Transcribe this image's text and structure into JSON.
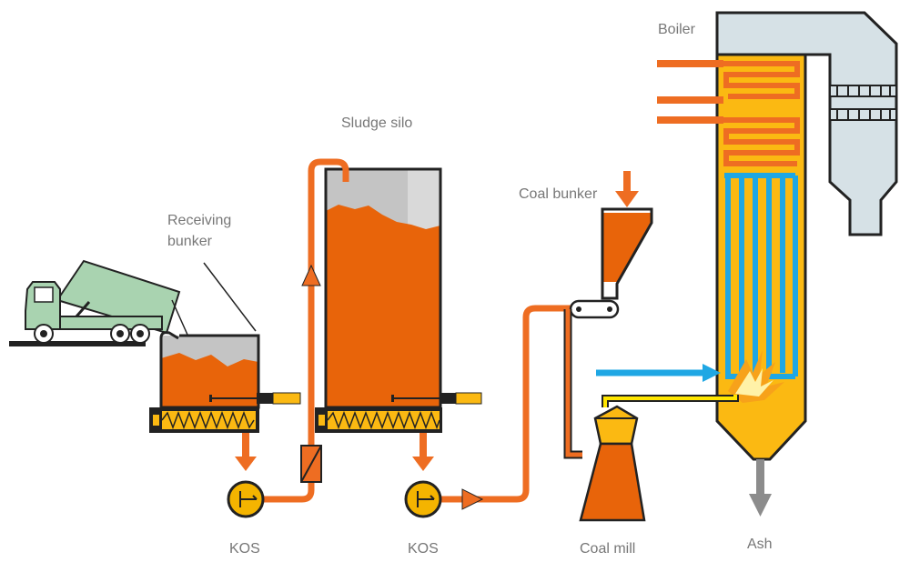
{
  "labels": {
    "boiler": "Boiler",
    "sludge_silo": "Sludge silo",
    "coal_bunker": "Coal bunker",
    "receiving_bunker_line1": "Receiving",
    "receiving_bunker_line2": "bunker",
    "kos_pump_1": "KOS",
    "kos_pump_2": "KOS",
    "coal_mill": "Coal mill",
    "ash": "Ash"
  },
  "colors": {
    "sludge": "#e8640a",
    "flow_line": "#ee6d22",
    "boiler_fill": "#fbb912",
    "water_tube": "#1fa7e4",
    "coal_feed": "#ffe600",
    "flue_duct": "#d6e1e6",
    "truck": "#a9d3b0",
    "silo_headspace": "#c4c4c4",
    "pump": "#f4b400",
    "ash": "#8c8c8c",
    "label_text": "#777777"
  }
}
